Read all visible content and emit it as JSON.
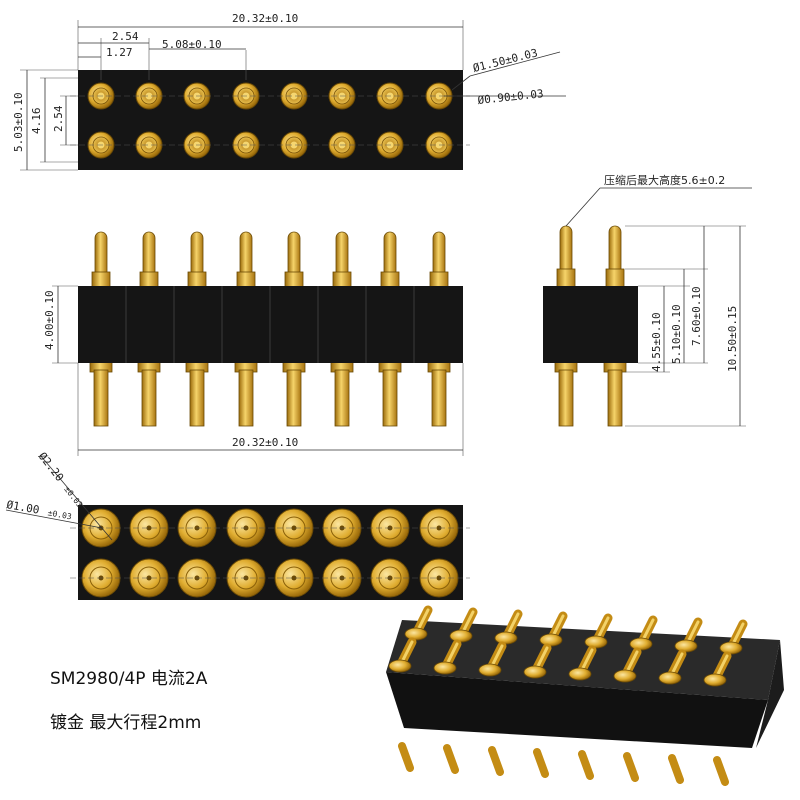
{
  "drawing": {
    "top_view": {
      "overall_width": "20.32±0.10",
      "pitch": "2.54",
      "half_pitch": "1.27",
      "span_5_08": "5.08±0.10",
      "pad_outer_dia": "Ø1.50±0.03",
      "pad_inner_dia": "Ø0.90±0.03",
      "body_height": "5.03±0.10",
      "row_span": "4.16",
      "row_pitch": "2.54"
    },
    "front_view": {
      "body_thickness": "4.00±0.10",
      "overall_width": "20.32±0.10"
    },
    "side_view": {
      "note": "压缩后最大高度5.6±0.2",
      "dim_4_55": "4.55±0.10",
      "dim_5_10": "5.10±0.10",
      "dim_7_60": "7.60±0.10",
      "dim_10_50": "10.50±0.15"
    },
    "bottom_view": {
      "outer_dia_main": "Ø2.20",
      "outer_dia_tol": "±0.03",
      "inner_dia_main": "Ø1.00",
      "inner_dia_tol": "±0.03"
    }
  },
  "captions": {
    "line1": "SM2980/4P 电流2A",
    "line2": "镀金 最大行程2mm"
  },
  "colors": {
    "body": "#141414",
    "gold": "#d9a520",
    "gold_dark": "#8a6008",
    "gold_light": "#f7dc7a"
  }
}
